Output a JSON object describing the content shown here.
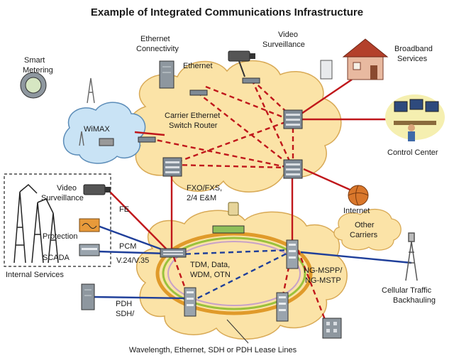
{
  "title": "Example of Integrated Communications Infrastructure",
  "labels": {
    "ethernet_connectivity_1": "Ethernet",
    "ethernet_connectivity_2": "Connectivity",
    "ethernet": "Ethernet",
    "video_surveillance_top_1": "Video",
    "video_surveillance_top_2": "Surveillance",
    "broadband_1": "Broadband",
    "broadband_2": "Services",
    "smart_metering_1": "Smart",
    "smart_metering_2": "Metering",
    "wimax": "WiMAX",
    "carrier_ethernet_1": "Carrier Ethernet",
    "carrier_ethernet_2": "Switch Router",
    "control_center": "Control Center",
    "internet": "Internet",
    "video_surveillance_left_1": "Video",
    "video_surveillance_left_2": "Surveillance",
    "fe": "FE",
    "fxo_1": "FXO/FXS,",
    "fxo_2": "2/4 E&M",
    "other_carriers_1": "Other",
    "other_carriers_2": "Carriers",
    "protection": "Protection",
    "pcm": "PCM",
    "scada": "SCADA",
    "v24": "V.24/V.35",
    "internal_services": "Internal Services",
    "tdm_1": "TDM, Data,",
    "tdm_2": "WDM, OTN",
    "ngmspp_1": "NG-MSPP/",
    "ngmspp_2": "NG-MSTP",
    "cellular_1": "Cellular Traffic",
    "cellular_2": "Backhauling",
    "pdh_1": "PDH",
    "pdh_2": "SDH/",
    "lease_lines": "Wavelength, Ethernet, SDH or PDH Lease Lines"
  },
  "colors": {
    "cloud_fill": "#fbe3a7",
    "cloud_stroke": "#d8a955",
    "wimax_fill": "#c9e3f5",
    "link_red": "#c0171b",
    "link_blue": "#1f3f9a",
    "device": "#7f8a95"
  }
}
